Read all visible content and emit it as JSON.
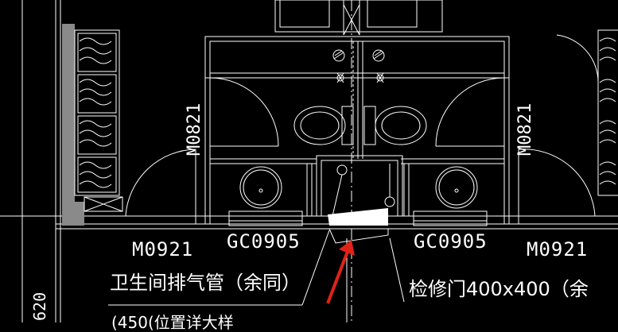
{
  "colors": {
    "background": "#000000",
    "lines": "#ffffff",
    "wall_fill": "#8a8a8a",
    "arrow": "#e0221a"
  },
  "labels": {
    "door_left": "M0921",
    "door_right": "M0921",
    "window_left": "GC0905",
    "window_right": "GC0905",
    "door_vertical_left": "M0821",
    "door_vertical_right": "M0821",
    "exhaust_pipe_note": "卫生间排气管（余同）",
    "access_door_note": "检修门400x400（余",
    "dimension_left": "620",
    "partial_bottom_note": "(450(位置详大样"
  },
  "annotation": {
    "arrow_icon": "red-arrow-icon"
  }
}
